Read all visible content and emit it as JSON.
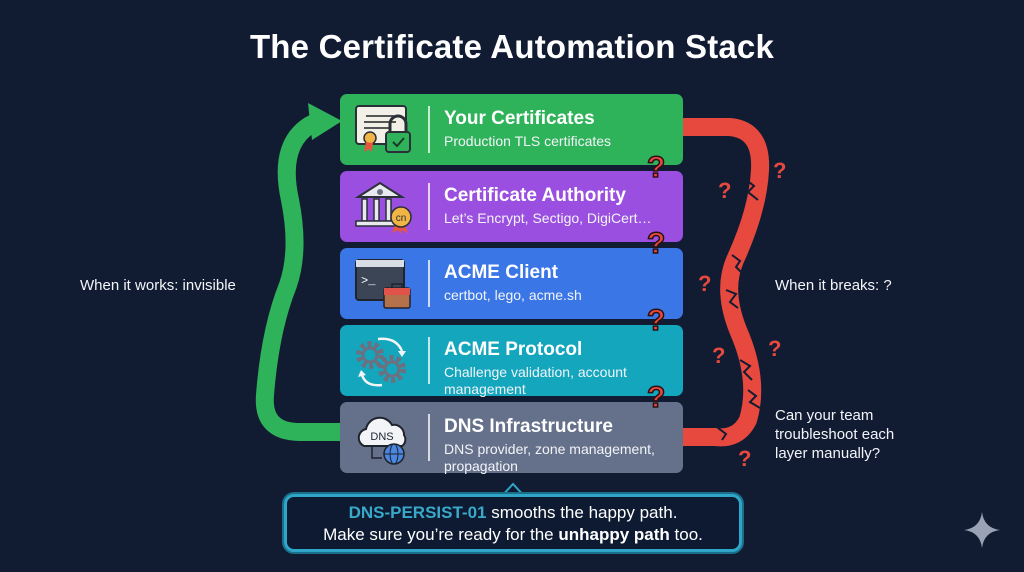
{
  "title": "The Certificate Automation Stack",
  "colors": {
    "background": "#111c33",
    "happy_path": "#2fb35a",
    "unhappy_path": "#e8493f",
    "callout_accent": "#38a9c9"
  },
  "layers": [
    {
      "name": "Your Certificates",
      "description": "Production TLS certificates",
      "color": "#2fb35a",
      "icon": "certificate-lock-icon"
    },
    {
      "name": "Certificate Authority",
      "description": "Let’s Encrypt, Sectigo, DigiCert…",
      "color": "#9b4fe0",
      "icon": "bank-seal-icon"
    },
    {
      "name": "ACME Client",
      "description": "certbot, lego, acme.sh",
      "color": "#3a76e6",
      "icon": "terminal-toolbox-icon"
    },
    {
      "name": "ACME Protocol",
      "description": "Challenge validation, account management",
      "color": "#13a6bd",
      "icon": "gears-cycle-icon"
    },
    {
      "name": "DNS Infrastructure",
      "description": "DNS provider, zone management, propagation",
      "color": "#65718a",
      "icon": "dns-cloud-globe-icon"
    }
  ],
  "icon_text": {
    "ca_seal": "cn",
    "dns_cloud": "DNS",
    "terminal_prompt": ">_"
  },
  "left_label": "When it works: invisible",
  "right_labels": {
    "breaks": "When it breaks: ?",
    "question": "Can your team troubleshoot each layer manually?"
  },
  "question_mark": "?",
  "callout": {
    "highlight": "DNS-PERSIST-01",
    "line1_rest": " smooths the happy path.",
    "line2_start": "Make sure you’re ready for the ",
    "line2_bold": "unhappy path",
    "line2_end": " too."
  },
  "watermark_icon": "sparkle-icon"
}
